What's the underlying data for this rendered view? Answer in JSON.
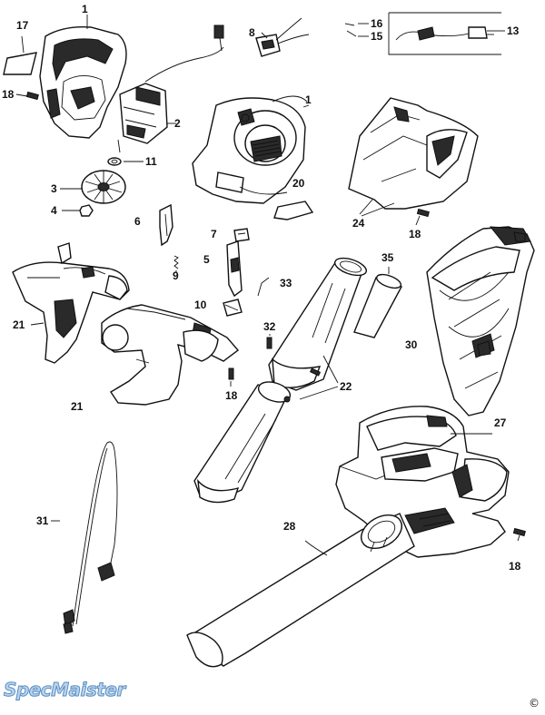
{
  "diagram": {
    "title": "Blower/Vacuum exploded parts diagram",
    "labels": {
      "p1a": "1",
      "p1b": "1",
      "p2": "2",
      "p3": "3",
      "p4": "4",
      "p5": "5",
      "p6": "6",
      "p7": "7",
      "p8": "8",
      "p9": "9",
      "p10": "10",
      "p11": "11",
      "p13": "13",
      "p15": "15",
      "p16": "16",
      "p17": "17",
      "p18a": "18",
      "p18b": "18",
      "p18c": "18",
      "p18d": "18",
      "p20": "20",
      "p21a": "21",
      "p21b": "21",
      "p22": "22",
      "p24": "24",
      "p27": "27",
      "p28": "28",
      "p30": "30",
      "p31": "31",
      "p32": "32",
      "p33": "33",
      "p35": "35"
    }
  },
  "watermark": "SpecMaister",
  "copyright": "©"
}
